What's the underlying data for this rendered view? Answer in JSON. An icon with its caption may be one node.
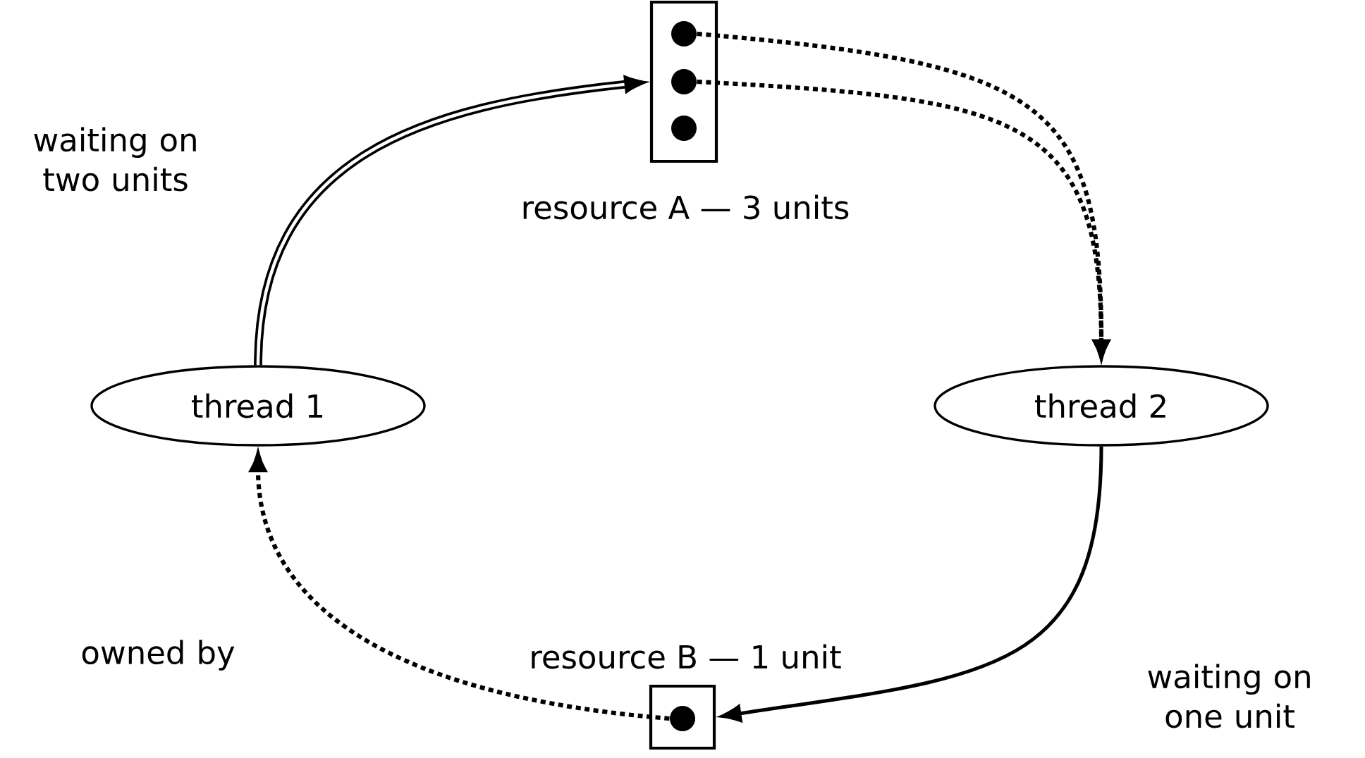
{
  "diagram": {
    "nodes": [
      {
        "text": [
          "resource A — 3 units"
        ]
      },
      {
        "text": [],
        "shape": "circle",
        "in": 0
      },
      {
        "text": [],
        "shape": "circle",
        "in": 0
      },
      {
        "text": [],
        "shape": "circle",
        "in": 0
      },
      {
        "text": [
          "thread 1"
        ]
      },
      {
        "text": [
          "thread 2"
        ]
      },
      {
        "text": [
          "resource B — 1 unit"
        ]
      },
      {
        "text": [],
        "shape": "circle",
        "in": 6
      }
    ],
    "edges": [
      {
        "from": 4,
        "to": 0,
        "arrow": "to",
        "label": "waiting on two units",
        "style": "thick"
      },
      {
        "from": 1,
        "to": 5,
        "arrow": "to",
        "style": "dashed"
      },
      {
        "from": 2,
        "to": 5,
        "arrow": "to",
        "style": "dashed"
      },
      {
        "from": 5,
        "to": 6,
        "arrow": "to",
        "label": "waiting on one unit"
      },
      {
        "from": 7,
        "to": 4,
        "arrow": "to",
        "label": "owned by",
        "style": "dashed"
      }
    ]
  }
}
